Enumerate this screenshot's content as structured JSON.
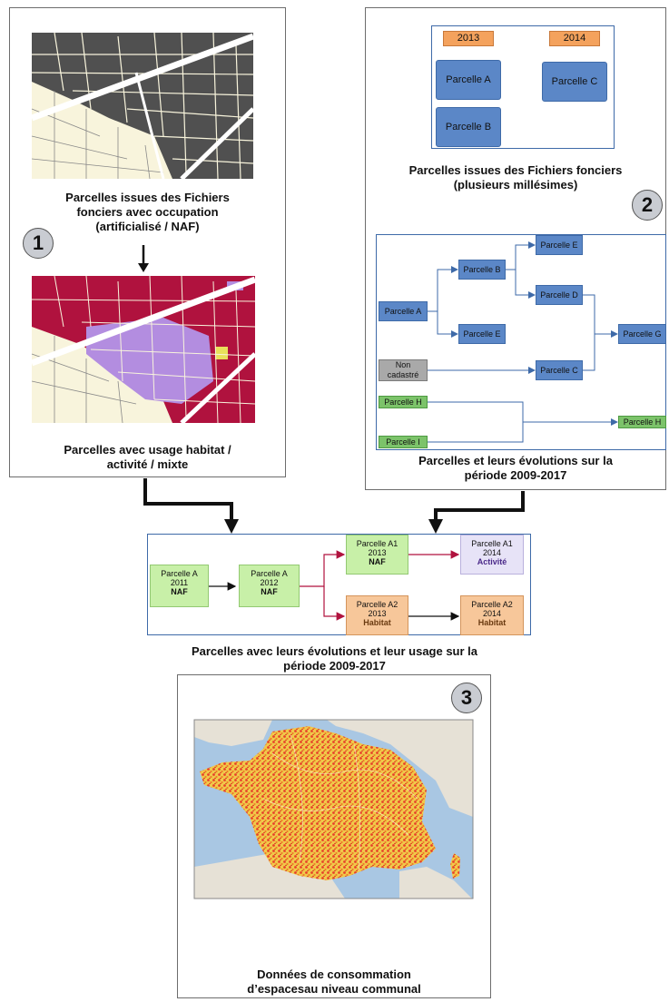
{
  "panel1": {
    "number": "1",
    "caption_top": [
      "Parcelles issues des Fichiers",
      "fonciers avec occupation",
      "(artificialisé / NAF)"
    ],
    "caption_bottom": [
      "Parcelles avec usage habitat /",
      "activité / mixte"
    ]
  },
  "panel2": {
    "number": "2",
    "years": [
      "2013",
      "2014"
    ],
    "parcels": [
      "Parcelle A",
      "Parcelle B",
      "Parcelle C"
    ],
    "caption_top": [
      "Parcelles issues des Fichiers fonciers",
      "(plusieurs millésimes)"
    ],
    "graph": {
      "parcelle_a": "Parcelle A",
      "parcelle_b": "Parcelle B",
      "parcelle_e_top": "Parcelle E",
      "parcelle_d": "Parcelle D",
      "parcelle_e_mid": "Parcelle E",
      "parcelle_g": "Parcelle G",
      "non_cadastre": [
        "Non",
        "cadastré"
      ],
      "parcelle_c": "Parcelle C",
      "parcelle_h": "Parcelle H",
      "parcelle_i": "Parcelle I",
      "parcelle_h_out": "Parcelle H"
    },
    "caption_bottom": [
      "Parcelles et leurs évolutions sur la",
      "période 2009-2017"
    ]
  },
  "flow": {
    "a2011": {
      "name": "Parcelle A",
      "year": "2011",
      "use": "NAF"
    },
    "a2012": {
      "name": "Parcelle A",
      "year": "2012",
      "use": "NAF"
    },
    "a1_2013": {
      "name": "Parcelle A1",
      "year": "2013",
      "use": "NAF"
    },
    "a1_2014": {
      "name": "Parcelle A1",
      "year": "2014",
      "use": "Activité"
    },
    "a2_2013": {
      "name": "Parcelle A2",
      "year": "2013",
      "use": "Habitat"
    },
    "a2_2014": {
      "name": "Parcelle A2",
      "year": "2014",
      "use": "Habitat"
    },
    "caption": [
      "Parcelles avec leurs évolutions et leur usage sur la",
      "période 2009-2017"
    ]
  },
  "panel3": {
    "number": "3",
    "caption": [
      "Données de consommation",
      "d’espacesau niveau communal"
    ]
  },
  "colors": {
    "blue_node": "#5b87c7",
    "green_node": "#7cc36a",
    "year_tag": "#f4a25d",
    "naf_green": "#c8f0a8",
    "habitat_orange": "#f7c79a",
    "activite_lavender": "#e7e3f7",
    "parcel_red": "#b0123e",
    "parcel_purple": "#b38de0",
    "parcel_dark": "#555555"
  }
}
